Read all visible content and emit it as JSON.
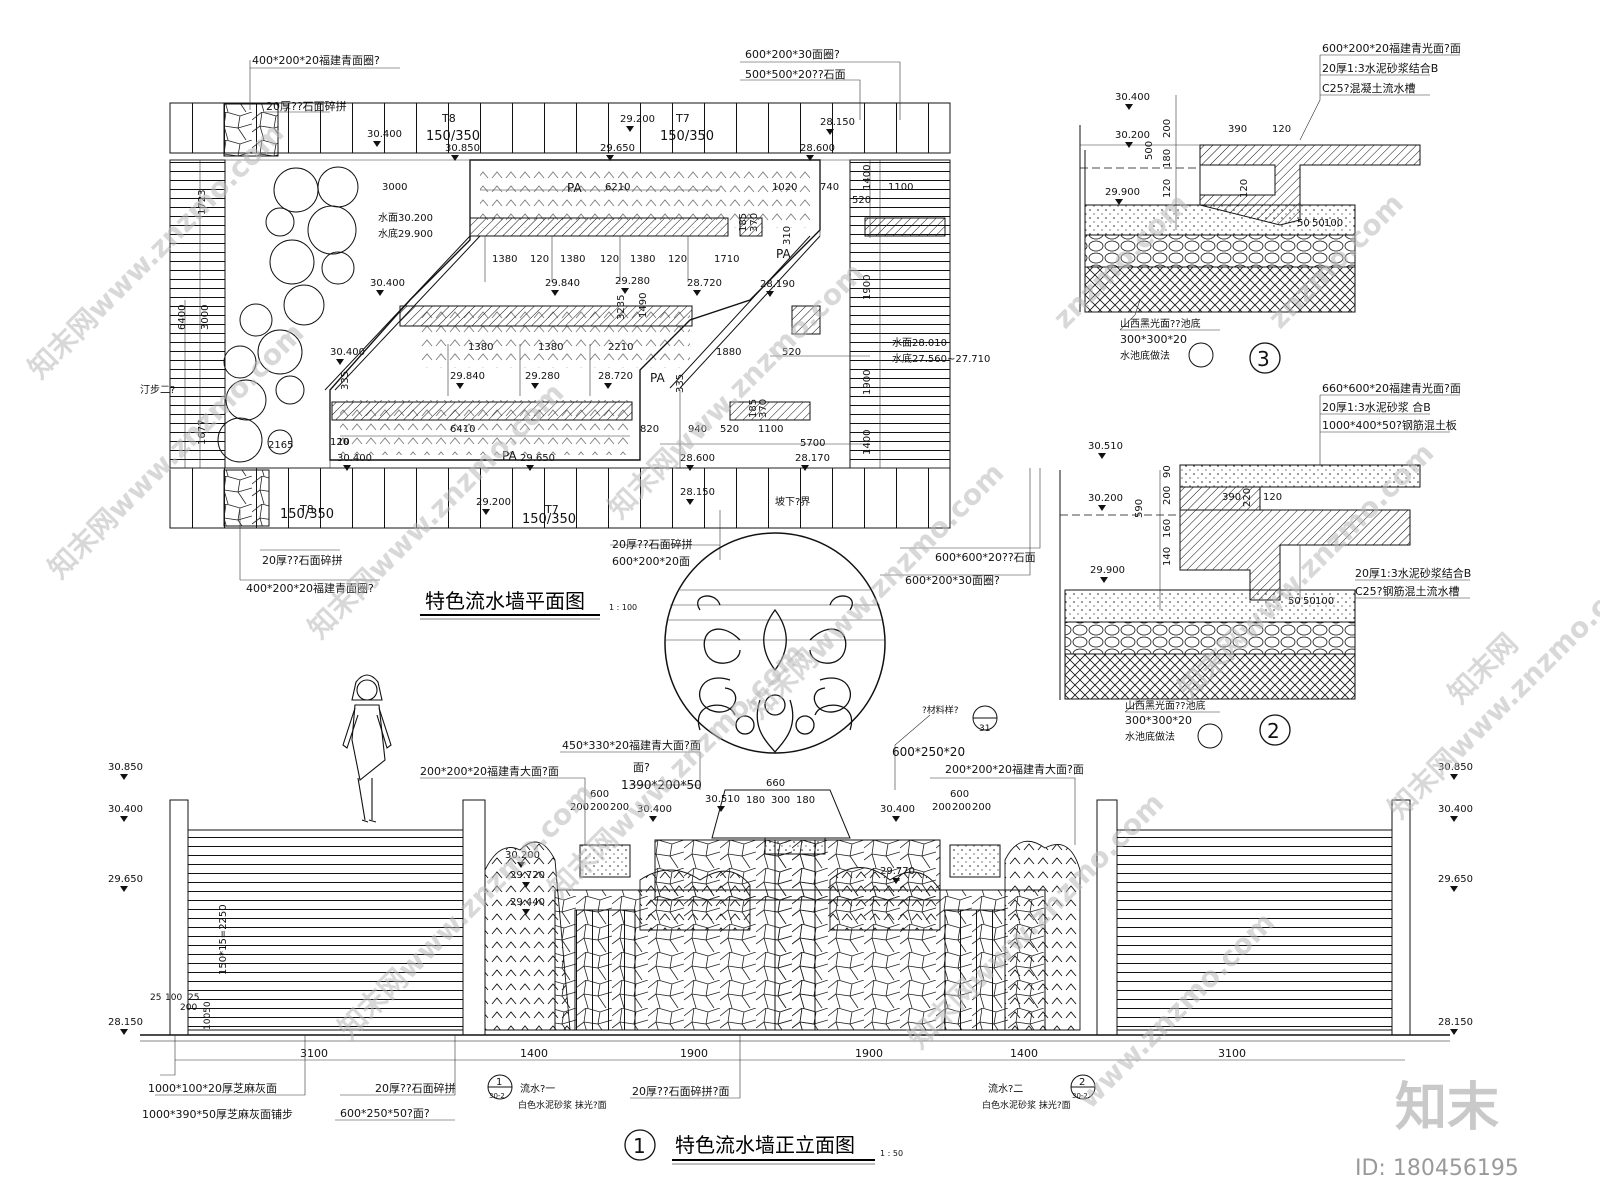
{
  "plan": {
    "title": "特色流水墙平面图",
    "labels": {
      "top_left_tile": "400*200*20福建青面圈?",
      "top_left_paving": "20厚??石面碎拼",
      "top_right_1": "600*200*30面圈?",
      "top_right_2": "500*500*20??石面",
      "step_t8_top": "T8",
      "step_t8_ratio_top": "150/350",
      "step_t7_top": "T7",
      "step_t7_ratio_top": "150/350",
      "step_t8_bot": "T8",
      "step_t8_ratio_bot": "150/350",
      "step_t7_bot": "T7",
      "step_t7_ratio_bot": "150/350",
      "pa1": "PA",
      "pa2": "PA",
      "pa3": "PA",
      "pa4": "PA",
      "water1": "水面30.200",
      "water2": "水底29.900",
      "water3": "水面28.010",
      "water4": "水底27.560~27.710",
      "bottom_mid_1": "20厚??石面碎拼",
      "bottom_mid_2": "600*200*20面",
      "bottom_right_1": "600*600*20??石面",
      "bottom_right_2": "600*200*30面圈?",
      "bottom_left_1": "20厚??石面碎拼",
      "bottom_left_2": "400*200*20福建青面圈?",
      "slope_note": "坡下?界",
      "ting_note": "汀步二?"
    },
    "elevations": [
      "30.400",
      "30.850",
      "29.200",
      "29.650",
      "28.150",
      "28.600",
      "29.840",
      "29.280",
      "28.720",
      "28.190",
      "30.400",
      "29.840",
      "29.280",
      "28.720",
      "30.400",
      "29.650",
      "28.600",
      "28.170",
      "30.400",
      "29.200",
      "28.150"
    ],
    "dims": [
      "3000",
      "6210",
      "1020",
      "740",
      "1100",
      "1400",
      "1723",
      "185",
      "370",
      "1380",
      "120",
      "1380",
      "120",
      "1380",
      "120",
      "1710",
      "520",
      "6400",
      "3000",
      "1900",
      "1380",
      "1380",
      "2210",
      "1880",
      "520",
      "1900",
      "1677",
      "2165",
      "6410",
      "820",
      "940",
      "520",
      "1100",
      "1400",
      "5700",
      "185",
      "370",
      "335",
      "3235",
      "120",
      "1490",
      "310",
      "10",
      "335"
    ]
  },
  "elevation": {
    "title": "特色流水墙正立面图",
    "number": "1",
    "labels": {
      "tile_200": "200*200*20福建青大面?面",
      "tile_450": "450*330*20福建青大面?面",
      "top_note": "面?",
      "top_size": "1390*200*50",
      "right_tile": "200*200*20福建青大面?面",
      "right_size": "600*250*20",
      "callout_text": "?材料样?",
      "callout_num": "31",
      "left_base_1": "1000*100*20厚芝麻灰面",
      "left_base_2": "1000*390*50厚芝麻灰面铺步",
      "mid_base_1": "20厚??石面碎拼",
      "mid_base_2": "600*250*50?面?",
      "pool_1": "流水?一",
      "pool_1_sub": "白色水泥砂浆 抹光?面",
      "center_base": "20厚??石面碎拼?面",
      "pool_2": "流水?二",
      "pool_2_sub": "白色水泥砂浆 抹光?面",
      "grid_note": "150*15=2250",
      "ref_left": "1",
      "ref_left_sub": "30-2",
      "ref_right": "2",
      "ref_right_sub": "30-2"
    },
    "levels": [
      "30.850",
      "30.400",
      "29.650",
      "28.150",
      "30.850",
      "30.400",
      "29.650",
      "28.150",
      "30.510",
      "30.400",
      "30.400",
      "30.200",
      "29.720",
      "29.440",
      "29.770"
    ],
    "dims_bottom": [
      "3100",
      "1400",
      "1900",
      "1900",
      "1400",
      "3100"
    ],
    "dims_top": [
      "600",
      "200",
      "200",
      "200",
      "660",
      "180",
      "300",
      "180",
      "600",
      "200",
      "200",
      "200"
    ],
    "dims_side": [
      "25",
      "100",
      "25",
      "10050",
      "200"
    ]
  },
  "section3": {
    "number": "3",
    "labels": {
      "l1": "600*200*20福建青光面?面",
      "l2": "20厚1:3水泥砂浆结合B",
      "l3": "C25?混凝土流水槽",
      "b1": "山西黑光面??池底",
      "b2": "300*300*20",
      "b3": "水池底做法"
    },
    "levels": [
      "30.400",
      "30.200",
      "29.900"
    ],
    "dims": [
      "390",
      "120",
      "200",
      "500",
      "180",
      "120",
      "120",
      "50",
      "50",
      "100"
    ]
  },
  "section2": {
    "number": "2",
    "labels": {
      "l1": "660*600*20福建青光面?面",
      "l2": "20厚1:3水泥砂浆 合B",
      "l3": "1000*400*50?钢筋混土板",
      "r1": "20厚1:3水泥砂浆结合B",
      "r2": "C25?钢筋混土流水槽",
      "b1": "山西黑光面??池底",
      "b2": "300*300*20",
      "b3": "水池底做法"
    },
    "levels": [
      "30.510",
      "30.200",
      "29.900"
    ],
    "dims": [
      "90",
      "200",
      "590",
      "160",
      "140",
      "390",
      "120",
      "220",
      "50",
      "50",
      "100"
    ]
  },
  "watermarks": [
    "知末网www.znzmo.com",
    "知末网www.znzmo.com",
    "知末网www.znzmo.com",
    "知末网www.znzmo.com",
    "znzmo.com",
    "知末网www.znzmo.com",
    "知末网www.znzmo.com",
    "知末网www.znzmo.com",
    "www.znzmo.com",
    "知末网www.znzmo.com",
    "知末网www.znzmo.com",
    "知末网www.znzmo.com",
    "znzmo.com",
    "知末网"
  ],
  "brand": {
    "logo": "知末",
    "id_text": "ID: 180456195"
  }
}
